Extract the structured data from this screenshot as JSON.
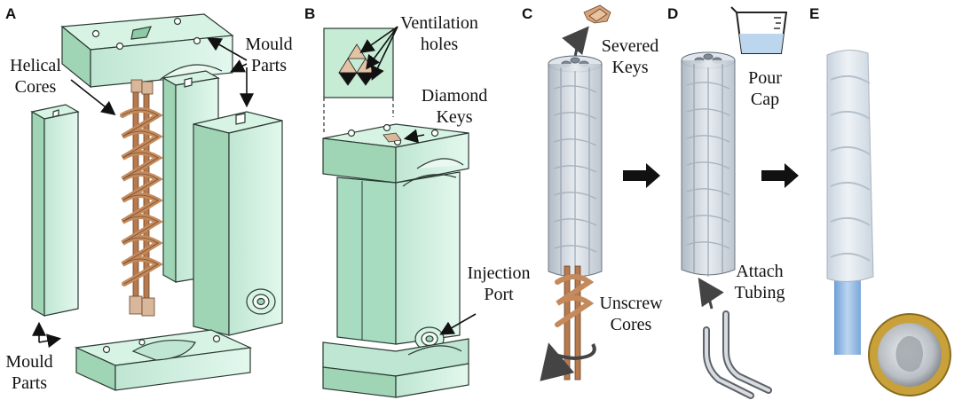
{
  "panels": [
    "A",
    "B",
    "C",
    "D",
    "E"
  ],
  "panel_a": {
    "helical_cores": [
      "Helical",
      "Cores"
    ],
    "mould_parts_top": [
      "Mould",
      "Parts"
    ],
    "mould_parts_bottom": [
      "Mould",
      "Parts"
    ]
  },
  "panel_b": {
    "ventilation_holes": [
      "Ventilation",
      "holes"
    ],
    "diamond_keys": [
      "Diamond",
      "Keys"
    ],
    "injection_port": [
      "Injection",
      "Port"
    ]
  },
  "panel_c": {
    "severed_keys": [
      "Severed",
      "Keys"
    ],
    "unscrew_cores": [
      "Unscrew",
      "Cores"
    ]
  },
  "panel_d": {
    "pour_cap": [
      "Pour",
      "Cap"
    ],
    "attach_tubing": [
      "Attach",
      "Tubing"
    ]
  },
  "colors": {
    "mould_green": "#c6ecd5",
    "mould_shade": "#9fd4b4",
    "edge": "#2b3a33",
    "copper": "#c48a5c",
    "silicone": "#cdd6df",
    "tube_blue": "#8fb6e0",
    "arrow": "#111111"
  }
}
